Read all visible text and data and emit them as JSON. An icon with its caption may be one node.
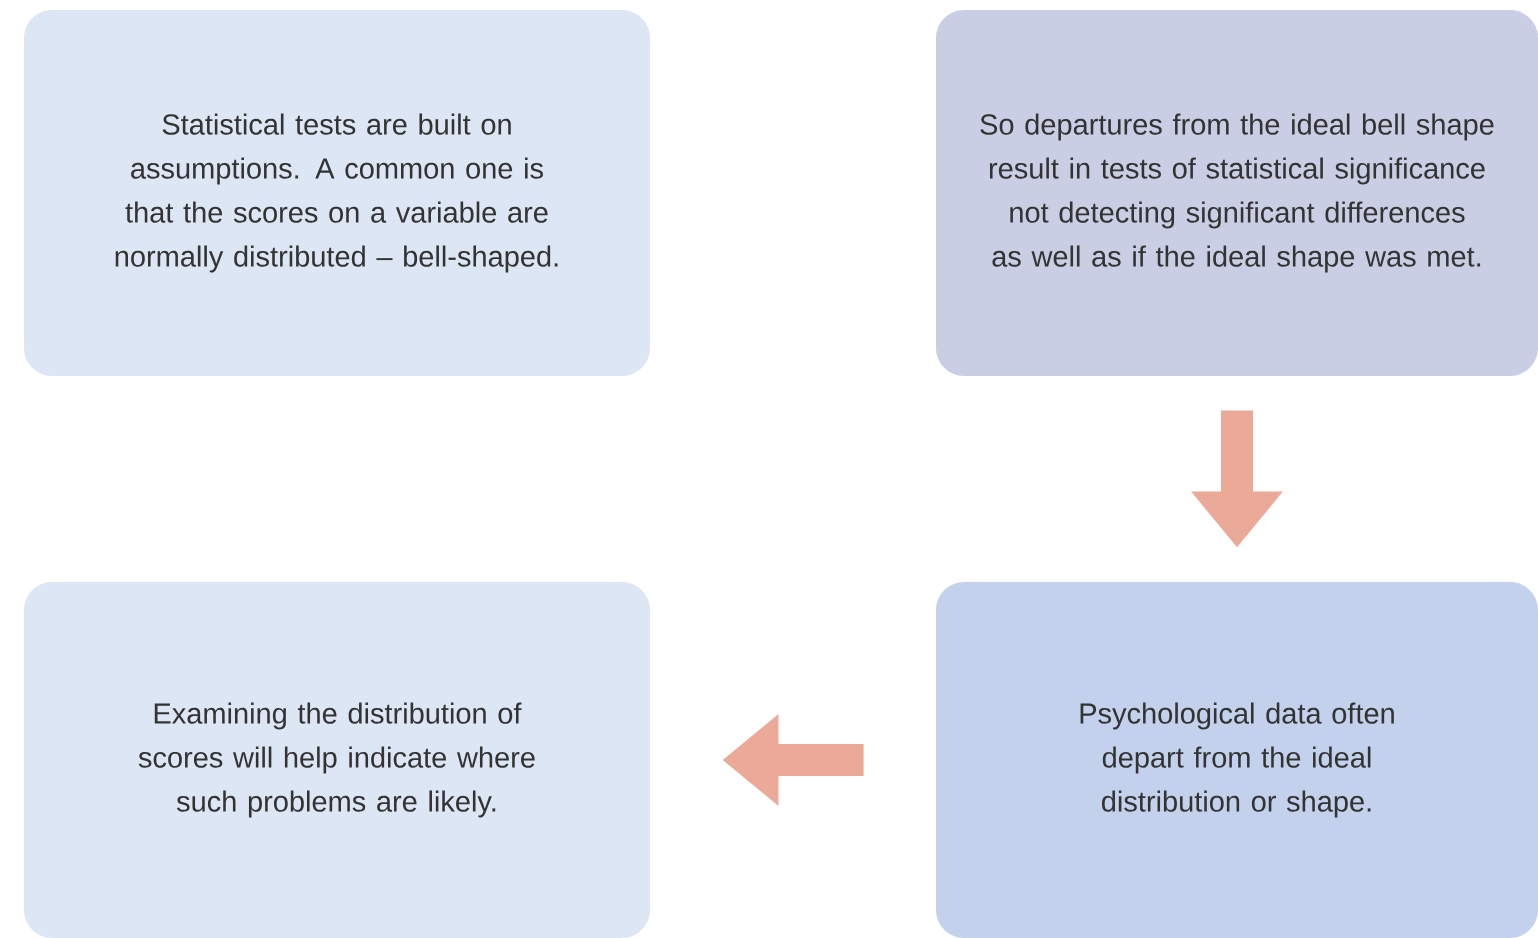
{
  "diagram": {
    "nodes": [
      {
        "text": [
          "Statistical tests are built on assumptions. A common one is that the scores on a variable are normally distributed – bell-shaped."
        ]
      },
      {
        "text": [
          "So departures from the ideal bell shape result in tests of statistical significance not detecting significant differences as well as if the ideal shape was met."
        ]
      },
      {
        "text": [
          "Examining the distribution of scores will help indicate where such problems are likely."
        ]
      },
      {
        "text": [
          "Psychological data often depart from the ideal distribution or shape."
        ]
      }
    ],
    "edges": [
      {
        "from": 1,
        "to": 3,
        "arrow": "to"
      },
      {
        "from": 3,
        "to": 2,
        "arrow": "to"
      }
    ]
  }
}
